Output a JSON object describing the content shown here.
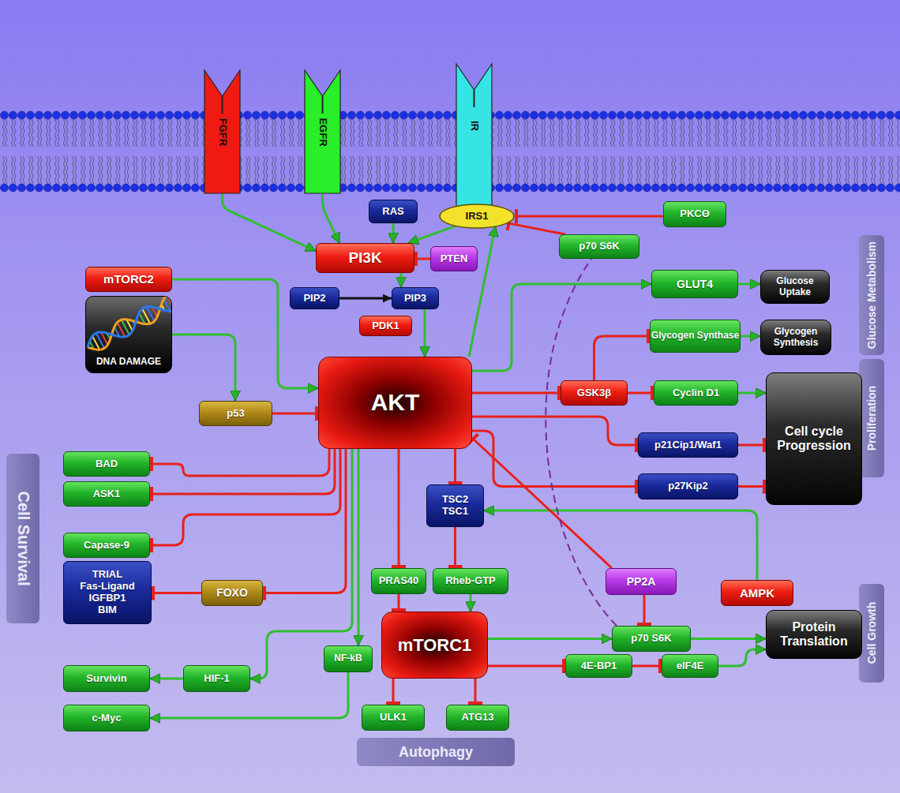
{
  "diagram": {
    "nodes": [
      {
        "text": [
          "FGFR"
        ]
      },
      {
        "text": [
          "EGFR"
        ]
      },
      {
        "text": [
          "IR"
        ]
      },
      {
        "text": [
          "RAS"
        ]
      },
      {
        "text": [
          "IRS1"
        ]
      },
      {
        "text": [
          "PKCΘ"
        ]
      },
      {
        "text": [
          "p70 S6K"
        ]
      },
      {
        "text": [
          "PI3K"
        ]
      },
      {
        "text": [
          "PTEN"
        ]
      },
      {
        "text": [
          "Glucose Metabolism"
        ]
      },
      {
        "text": [
          "mTORC2"
        ]
      },
      {
        "text": [
          "GLUT4"
        ]
      },
      {
        "text": [
          "Glucose Uptake"
        ]
      },
      {
        "text": [
          "PIP2"
        ]
      },
      {
        "text": [
          "PIP3"
        ]
      },
      {
        "text": [
          "DNA DAMAGE"
        ]
      },
      {
        "text": [
          "PDK1"
        ]
      },
      {
        "text": [
          "Glycogen Synthase"
        ]
      },
      {
        "text": [
          "Glycogen Synthesis"
        ]
      },
      {
        "text": [
          "Proliferation"
        ]
      },
      {
        "text": [
          "AKT"
        ]
      },
      {
        "text": [
          "GSK3β"
        ]
      },
      {
        "text": [
          "Cyclin D1"
        ]
      },
      {
        "text": [
          "Cell cycle Progression"
        ]
      },
      {
        "text": [
          "p53"
        ]
      },
      {
        "text": [
          "p21Cip1/Waf1"
        ]
      },
      {
        "text": [
          "BAD"
        ]
      },
      {
        "text": [
          "ASK1"
        ]
      },
      {
        "text": [
          "Cell Survival"
        ]
      },
      {
        "text": [
          "p27Kip2"
        ]
      },
      {
        "text": [
          "TSC2",
          "TSC1"
        ]
      },
      {
        "text": [
          "Capase-9"
        ]
      },
      {
        "text": [
          "TRIAL",
          "Fas-Ligand",
          "IGFBP1",
          "BIM"
        ]
      },
      {
        "text": [
          "PRAS40"
        ]
      },
      {
        "text": [
          "Rheb-GTP"
        ]
      },
      {
        "text": [
          "PP2A"
        ]
      },
      {
        "text": [
          "FOXO"
        ]
      },
      {
        "text": [
          "AMPK"
        ]
      },
      {
        "text": [
          "Cell Growth"
        ]
      },
      {
        "text": [
          "mTORC1"
        ]
      },
      {
        "text": [
          "Protein Translation"
        ]
      },
      {
        "text": [
          "p70 S6K"
        ]
      },
      {
        "text": [
          "NF-kB"
        ]
      },
      {
        "text": [
          "4E-BP1"
        ]
      },
      {
        "text": [
          "eIF4E"
        ]
      },
      {
        "text": [
          "Survivin"
        ]
      },
      {
        "text": [
          "HIF-1"
        ]
      },
      {
        "text": [
          "c-Myc"
        ]
      },
      {
        "text": [
          "ULK1"
        ]
      },
      {
        "text": [
          "ATG13"
        ]
      },
      {
        "text": [
          "Autophagy"
        ]
      }
    ],
    "edges": [
      {
        "from": 0,
        "to": 7,
        "arrow": "to"
      },
      {
        "from": 1,
        "to": 7,
        "arrow": "to"
      },
      {
        "from": 3,
        "to": 7,
        "arrow": "to"
      },
      {
        "from": 4,
        "to": 7,
        "arrow": "to"
      },
      {
        "from": 5,
        "to": 4,
        "arrow": "to"
      },
      {
        "from": 6,
        "to": 4,
        "arrow": "to"
      },
      {
        "from": 8,
        "to": 7,
        "arrow": "to"
      },
      {
        "from": 7,
        "to": 14,
        "arrow": "to"
      },
      {
        "from": 13,
        "to": 14,
        "arrow": "to"
      },
      {
        "from": 14,
        "to": 20,
        "arrow": "to"
      },
      {
        "from": 10,
        "to": 20,
        "arrow": "to"
      },
      {
        "from": 15,
        "to": 24,
        "arrow": "to"
      },
      {
        "from": 24,
        "to": 20,
        "arrow": "to"
      },
      {
        "from": 20,
        "to": 4,
        "arrow": "to"
      },
      {
        "from": 20,
        "to": 11,
        "arrow": "to"
      },
      {
        "from": 11,
        "to": 12,
        "arrow": "to"
      },
      {
        "from": 21,
        "to": 17,
        "arrow": "to"
      },
      {
        "from": 17,
        "to": 18,
        "arrow": "to"
      },
      {
        "from": 20,
        "to": 21,
        "arrow": "to"
      },
      {
        "from": 21,
        "to": 22,
        "arrow": "to"
      },
      {
        "from": 22,
        "to": 23,
        "arrow": "to"
      },
      {
        "from": 20,
        "to": 25,
        "arrow": "to"
      },
      {
        "from": 25,
        "to": 23,
        "arrow": "to"
      },
      {
        "from": 20,
        "to": 29,
        "arrow": "to"
      },
      {
        "from": 29,
        "to": 23,
        "arrow": "to"
      },
      {
        "from": 20,
        "to": 26,
        "arrow": "to"
      },
      {
        "from": 20,
        "to": 27,
        "arrow": "to"
      },
      {
        "from": 20,
        "to": 31,
        "arrow": "to"
      },
      {
        "from": 20,
        "to": 36,
        "arrow": "to"
      },
      {
        "from": 36,
        "to": 32,
        "arrow": "to"
      },
      {
        "from": 20,
        "to": 46,
        "arrow": "to"
      },
      {
        "from": 20,
        "to": 42,
        "arrow": "to"
      },
      {
        "from": 46,
        "to": 45,
        "arrow": "to"
      },
      {
        "from": 42,
        "to": 47,
        "arrow": "to"
      },
      {
        "from": 20,
        "to": 33,
        "arrow": "to"
      },
      {
        "from": 20,
        "to": 30,
        "arrow": "to"
      },
      {
        "from": 30,
        "to": 34,
        "arrow": "to"
      },
      {
        "from": 34,
        "to": 39,
        "arrow": "to"
      },
      {
        "from": 33,
        "to": 39,
        "arrow": "to"
      },
      {
        "from": 37,
        "to": 30,
        "arrow": "to"
      },
      {
        "from": 35,
        "to": 20,
        "arrow": "to"
      },
      {
        "from": 35,
        "to": 41,
        "arrow": "to"
      },
      {
        "from": 39,
        "to": 41,
        "arrow": "to"
      },
      {
        "from": 41,
        "to": 40,
        "arrow": "to"
      },
      {
        "from": 39,
        "to": 43,
        "arrow": "to"
      },
      {
        "from": 43,
        "to": 44,
        "arrow": "to"
      },
      {
        "from": 44,
        "to": 40,
        "arrow": "to"
      },
      {
        "from": 39,
        "to": 48,
        "arrow": "to"
      },
      {
        "from": 39,
        "to": 49,
        "arrow": "to"
      },
      {
        "from": 41,
        "to": 6,
        "arrow": "none"
      }
    ]
  }
}
